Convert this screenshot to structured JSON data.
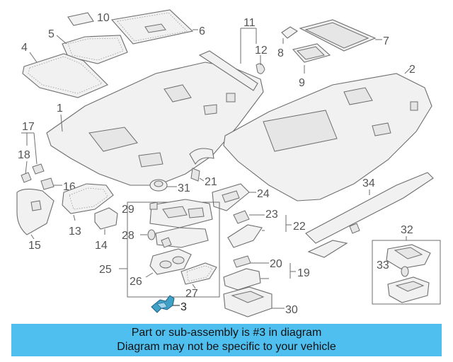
{
  "callouts": {
    "c1": "1",
    "c2": "2",
    "c3": "3",
    "c4": "4",
    "c5": "5",
    "c6": "6",
    "c7": "7",
    "c8": "8",
    "c9": "9",
    "c10": "10",
    "c11": "11",
    "c12": "12",
    "c13": "13",
    "c14": "14",
    "c15": "15",
    "c16": "16",
    "c17": "17",
    "c18": "18",
    "c19": "19",
    "c20": "20",
    "c21": "21",
    "c22": "22",
    "c23": "23",
    "c24": "24",
    "c25": "25",
    "c26": "26",
    "c27": "27",
    "c28": "28",
    "c29": "29",
    "c30": "30",
    "c31": "31",
    "c32": "32",
    "c33": "33",
    "c34": "34"
  },
  "highlight": {
    "part": "3",
    "color": "#3fa0c8"
  },
  "banner": {
    "line1": "Part or sub-assembly is #3 in diagram",
    "line2": "Diagram may not be specific to your vehicle",
    "background": "#4fbff0"
  }
}
